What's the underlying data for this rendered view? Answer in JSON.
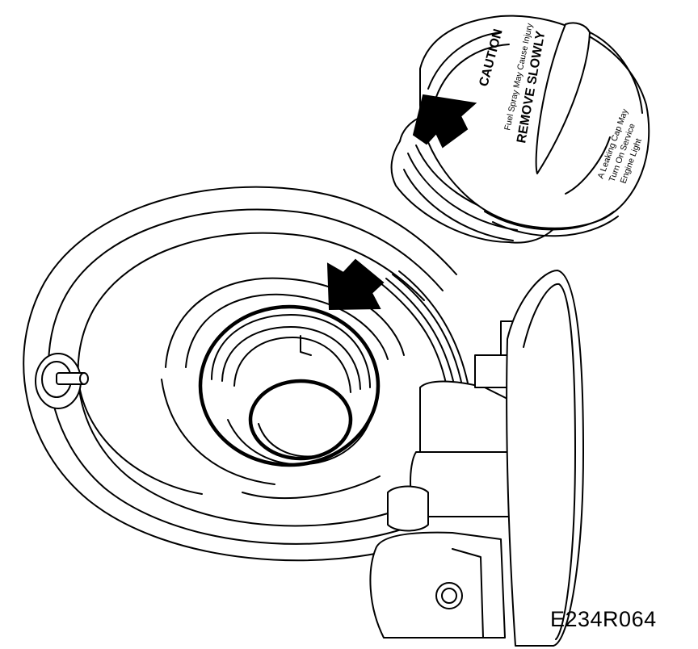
{
  "diagram": {
    "figure_id": "E234R064",
    "cap_labels": {
      "caution": "CAUTION",
      "fuel_spray": "Fuel Spray May Cause Injury",
      "remove_slowly": "REMOVE SLOWLY",
      "leaking_line1": "A Leaking Cap May",
      "leaking_line2": "Turn On Service",
      "leaking_line3": "Engine Light"
    }
  }
}
